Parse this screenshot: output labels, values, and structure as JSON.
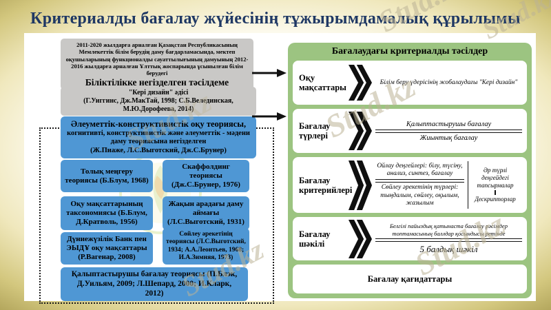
{
  "title": "Критериалды бағалау жүйесінің тұжырымдамалық құрылымы",
  "watermark": {
    "text": "Stud.kz"
  },
  "colors": {
    "title_navy": "#1f3864",
    "box_gray": "#c9c8c6",
    "box_blue": "#4f97d4",
    "panel_green": "#9cc481",
    "background_gold": "#cfc27a"
  },
  "icons": {
    "arrow_right": "→",
    "double_chevron": "»"
  },
  "left_panel": {
    "competence_box": {
      "intro": "2011-2020 жылдарға арналған Қазақстан Республикасының Мемлекеттік білім берудің даму бағдарламасында, мектеп оқушыларының функционалды сауаттылығының дамуының 2012-2016 жылдарға арналған Ұлттық жоспарында ұсынылған білім берудегі",
      "title": "Біліктілікке негізделген тәсілдеме"
    },
    "reverse_design_box": {
      "title": "\"Кері дизайн\" әдісі",
      "authors": "(Г.Уиггинс, Дж.МакТай, 1998; С.Б.Велединская, М.Ю.Дорофеева, 2014)"
    },
    "socio_constructivist_box": {
      "heading": "Әлеуметтік-конструктивистік оқу теориясы,",
      "subtext": "когнитивті, конструктивистік және әлеуметтік - мәдени даму теориясына негізделген",
      "authors": "(Ж.Пиаже, Л.С.Выготский, Дж.С.Брунер)"
    },
    "theory_boxes": [
      {
        "text": "Толық меңгеру теориясы (Б.Блум, 1968)"
      },
      {
        "text": "Скаффолдинг теориясы (Дж.С.Брунер, 1976)"
      },
      {
        "text": "Оқу мақсаттарының таксономиясы (Б.Блум, Д.Кратволь, 1956)"
      },
      {
        "text": "Жақын арадағы даму аймағы (Л.С.Выготский, 1931)"
      },
      {
        "text": "Дүниежүзілік Банк пен ЭЫДҰ оқу мақсаттары (Р.Вагенар, 2008)"
      },
      {
        "text": "Сөйлеу әрекетінің теориясы (Л.С.Выготский, 1934; А.А.Леонтьев, 1968; И.А.Зимняя, 1973)"
      }
    ],
    "formative_box": "Қалыптастырушы бағалау теориясы (П.Блэк, Д.Уильям, 2009; Л.Шепард, 2000; И.Кларк, 2012)"
  },
  "right_panel": {
    "title": "Бағалаудағы критериалды тәсілдер",
    "sections": [
      {
        "label": "Оқу мақсаттары",
        "items": [
          "Білім беру үдерісінің жобалаудағы \"Кері дизайн\""
        ]
      },
      {
        "label": "Бағалау түрлері",
        "items": [
          "Қалыптастырушы бағалау",
          "Жиынтық бағалау"
        ]
      },
      {
        "label": "Бағалау критерийлері",
        "items": [
          "Ойлау деңгейлері: білу, түсіну, анализ, синтез, бағалау",
          "Сөйлеу әрекетінің түрлері: тыңдалым, сөйлеу, оқылым, жазылым"
        ],
        "side_items": [
          "Әр түрлі деңгейдегі тапсырмалар",
          "Дескрипторлар"
        ]
      },
      {
        "label": "Бағалау шәкілі",
        "items": [
          "Белгілі пайыздық қатынаста бағалау рәсімдер топтамасының баллдар қосындысы ретінде",
          "5 балдық шәкіл"
        ]
      }
    ],
    "principles_box": "Бағалау қағидаттары"
  }
}
